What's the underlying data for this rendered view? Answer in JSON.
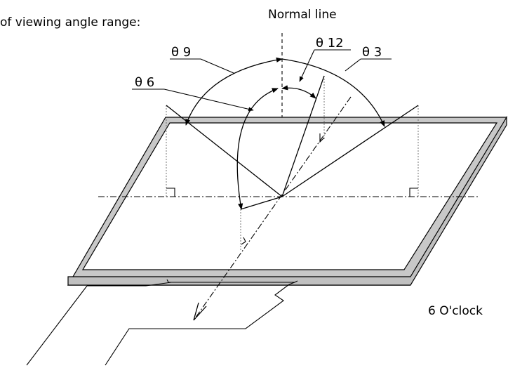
{
  "title_fragment": "of viewing angle range:",
  "normal_line_label": "Normal line",
  "angles": {
    "theta_9": "θ 9",
    "theta_12": "θ 12",
    "theta_3": "θ 3",
    "theta_6": "θ 6"
  },
  "direction_label": "6 O'clock",
  "colors": {
    "panel_frame": "#c8c8c8",
    "panel_screen": "#ffffff",
    "stroke": "#000000"
  }
}
